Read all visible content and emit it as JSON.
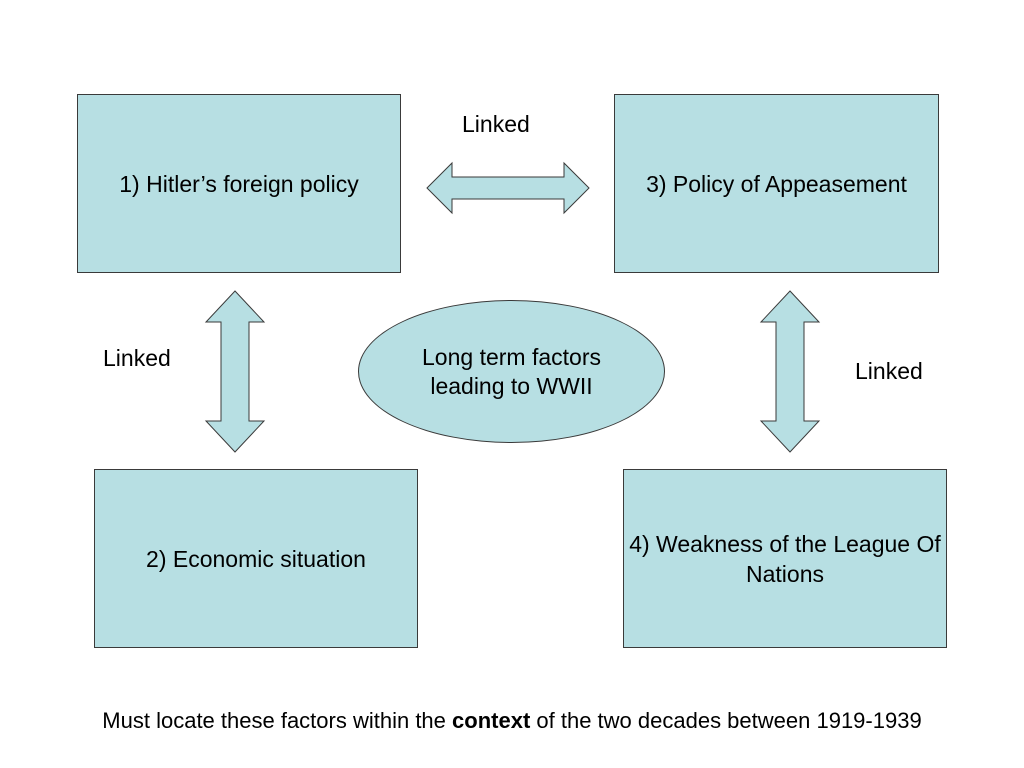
{
  "colors": {
    "box_fill": "#b7dfe3",
    "stroke": "#3a3a3a",
    "text": "#000000",
    "background": "#ffffff"
  },
  "boxes": {
    "hitler": "1) Hitler’s foreign policy",
    "economic": "2) Economic situation",
    "appeasement": "3) Policy of Appeasement",
    "league": "4) Weakness of the League Of Nations"
  },
  "center": {
    "text": "Long term factors leading to WWII"
  },
  "links": {
    "top": "Linked",
    "left": "Linked",
    "right": "Linked"
  },
  "footer": {
    "before": "Must locate these factors within the ",
    "bold": "context",
    "after": " of the two decades between 1919-1939"
  }
}
